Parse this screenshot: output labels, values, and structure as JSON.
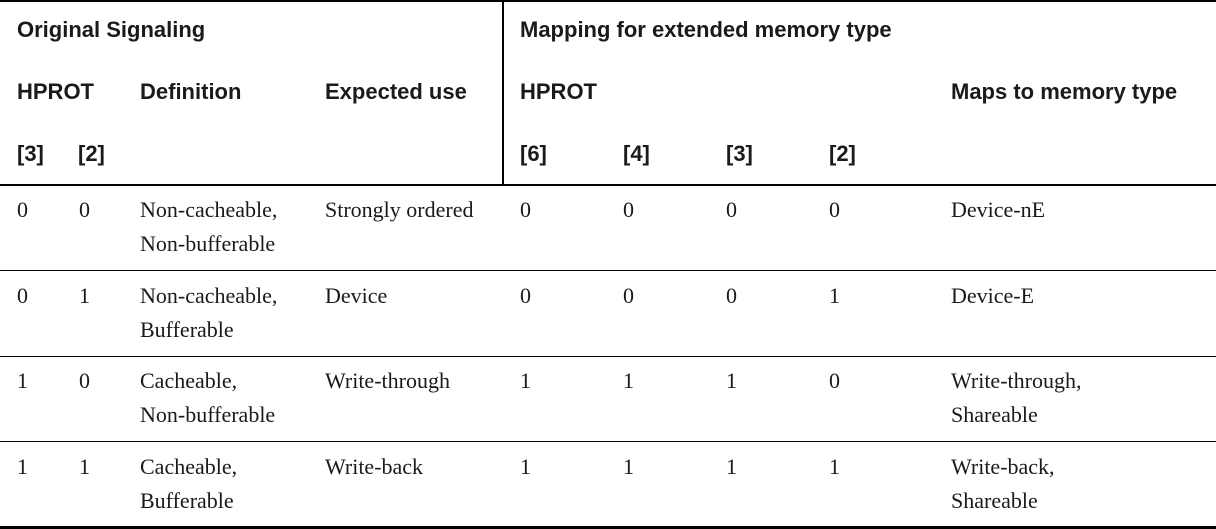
{
  "header": {
    "group_original": "Original Signaling",
    "group_mapping": "Mapping for extended memory type",
    "col_hprot_original": "HPROT",
    "col_definition": "Definition",
    "col_expected_use": "Expected use",
    "col_hprot_mapping": "HPROT",
    "col_maps_to": "Maps to memory type",
    "bit3_original": "[3]",
    "bit2_original": "[2]",
    "bit6": "[6]",
    "bit4": "[4]",
    "bit3_mapping": "[3]",
    "bit2_mapping": "[2]"
  },
  "rows": [
    {
      "hprot3": "0",
      "hprot2": "0",
      "definition_line1": "Non-cacheable,",
      "definition_line2": "Non-bufferable",
      "expected_use": "Strongly ordered",
      "map6": "0",
      "map4": "0",
      "map3": "0",
      "map2": "0",
      "maps_to_line1": "Device-nE",
      "maps_to_line2": ""
    },
    {
      "hprot3": "0",
      "hprot2": "1",
      "definition_line1": "Non-cacheable,",
      "definition_line2": "Bufferable",
      "expected_use": "Device",
      "map6": "0",
      "map4": "0",
      "map3": "0",
      "map2": "1",
      "maps_to_line1": "Device-E",
      "maps_to_line2": ""
    },
    {
      "hprot3": "1",
      "hprot2": "0",
      "definition_line1": "Cacheable,",
      "definition_line2": "Non-bufferable",
      "expected_use": "Write-through",
      "map6": "1",
      "map4": "1",
      "map3": "1",
      "map2": "0",
      "maps_to_line1": "Write-through,",
      "maps_to_line2": "Shareable"
    },
    {
      "hprot3": "1",
      "hprot2": "1",
      "definition_line1": "Cacheable,",
      "definition_line2": "Bufferable",
      "expected_use": "Write-back",
      "map6": "1",
      "map4": "1",
      "map3": "1",
      "map2": "1",
      "maps_to_line1": "Write-back,",
      "maps_to_line2": "Shareable"
    }
  ]
}
